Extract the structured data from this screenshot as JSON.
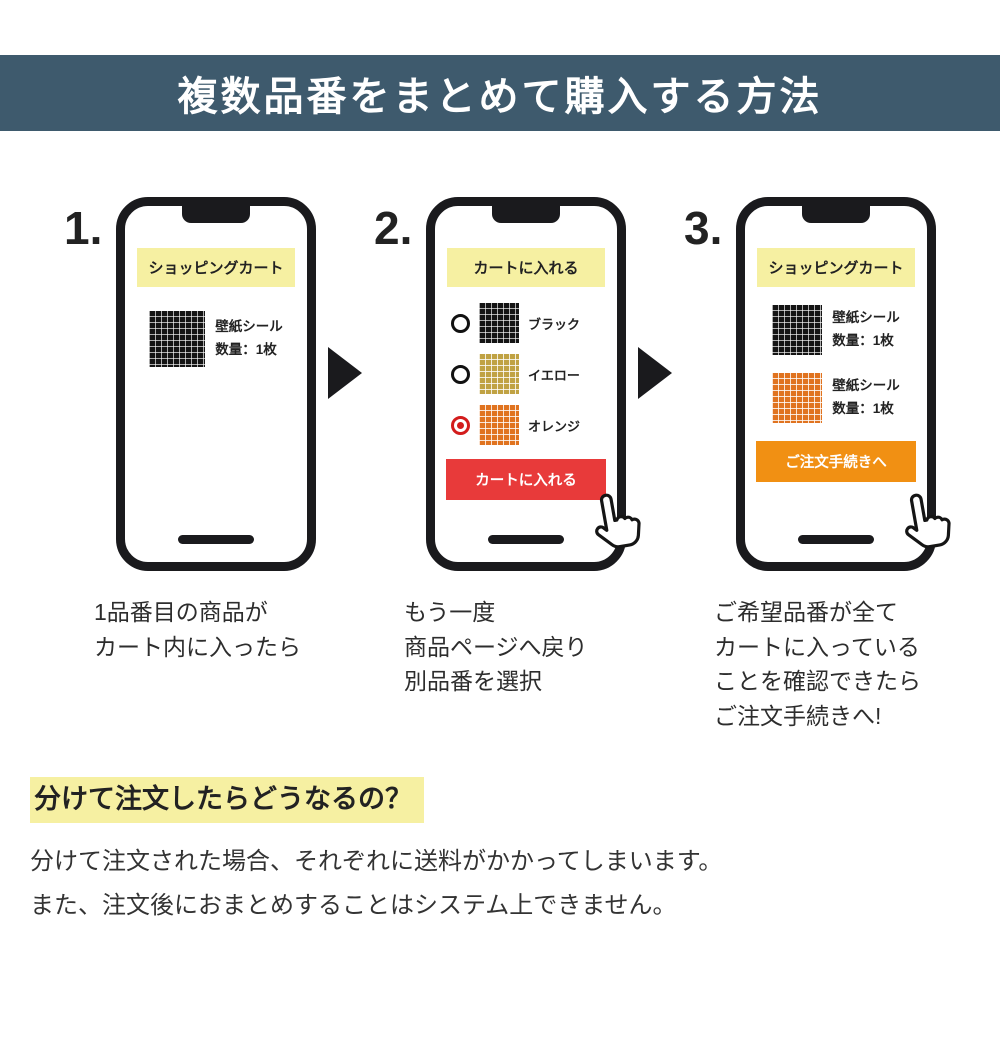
{
  "banner": {
    "title": "複数品番をまとめて購入する方法"
  },
  "steps": [
    {
      "number": "1.",
      "phone": {
        "header": "ショッピングカート",
        "items": [
          {
            "swatch": "black-grid",
            "name": "壁紙シール",
            "qty": "数量：1枚"
          }
        ]
      },
      "caption": [
        "1品番目の商品が",
        "カート内に入ったら"
      ]
    },
    {
      "number": "2.",
      "phone": {
        "header": "カートに入れる",
        "options": [
          {
            "label": "ブラック",
            "swatch": "black-grid",
            "selected": false
          },
          {
            "label": "イエロー",
            "swatch": "yellow-grid",
            "selected": false
          },
          {
            "label": "オレンジ",
            "swatch": "orange-grid",
            "selected": true
          }
        ],
        "button": {
          "label": "カートに入れる",
          "color": "#e83a3a"
        }
      },
      "caption": [
        "もう一度",
        "商品ページへ戻り",
        "別品番を選択"
      ]
    },
    {
      "number": "3.",
      "phone": {
        "header": "ショッピングカート",
        "items": [
          {
            "swatch": "black-grid",
            "name": "壁紙シール",
            "qty": "数量：1枚"
          },
          {
            "swatch": "orange-grid",
            "name": "壁紙シール",
            "qty": "数量：1枚"
          }
        ],
        "button": {
          "label": "ご注文手続きへ",
          "color": "#f19013"
        }
      },
      "caption": [
        "ご希望品番が全て",
        "カートに入っている",
        "ことを確認できたら",
        "ご注文手続きへ!"
      ]
    }
  ],
  "note": {
    "heading": "分けて注文したらどうなるの？",
    "body": [
      "分けて注文された場合、それぞれに送料がかかってしまいます。",
      "また、注文後におまとめすることはシステム上できません。"
    ]
  },
  "colors": {
    "banner_bg": "#3e5a6d",
    "header_yellow": "#f6f0a2",
    "button_red": "#e83a3a",
    "button_orange": "#f19013",
    "highlight_yellow": "#f6f0a2",
    "swatch_black": "#141414",
    "swatch_yellow": "#c0a243",
    "swatch_orange": "#e0731f",
    "radio_selected": "#d31c1c"
  }
}
